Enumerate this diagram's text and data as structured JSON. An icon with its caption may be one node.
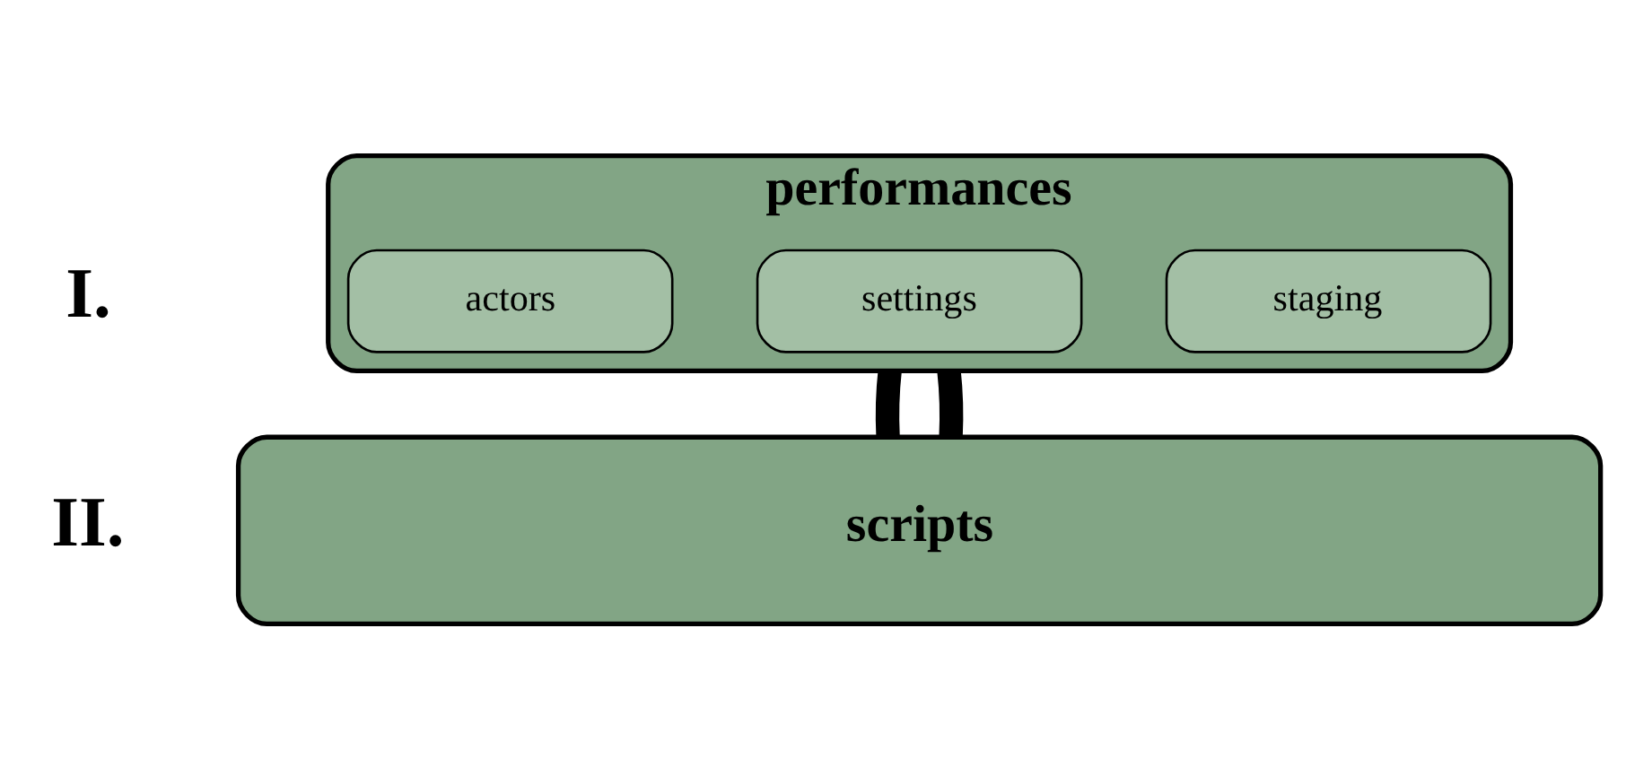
{
  "diagram": {
    "nodes": [
      {
        "text": [
          "performances"
        ]
      },
      {
        "text": [
          "actors"
        ],
        "in": 0
      },
      {
        "text": [
          "settings"
        ],
        "in": 0
      },
      {
        "text": [
          "staging"
        ],
        "in": 0
      },
      {
        "text": [
          "scripts"
        ]
      }
    ],
    "edges": [
      {
        "from": 0,
        "to": 4,
        "arrow": "none"
      },
      {
        "from": 4,
        "to": 0,
        "arrow": "none"
      }
    ],
    "labels": [
      "I.",
      "II."
    ]
  }
}
